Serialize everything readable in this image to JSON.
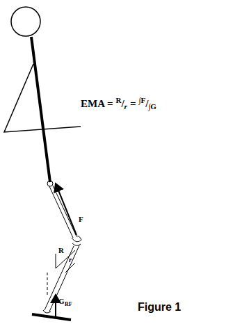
{
  "diagram": {
    "labels": [
      "EMA =",
      "R",
      "/",
      "r",
      "=",
      "∫F",
      "/",
      "∫G",
      "F",
      "R",
      "r",
      "G",
      "RF",
      "Figure 1"
    ]
  }
}
